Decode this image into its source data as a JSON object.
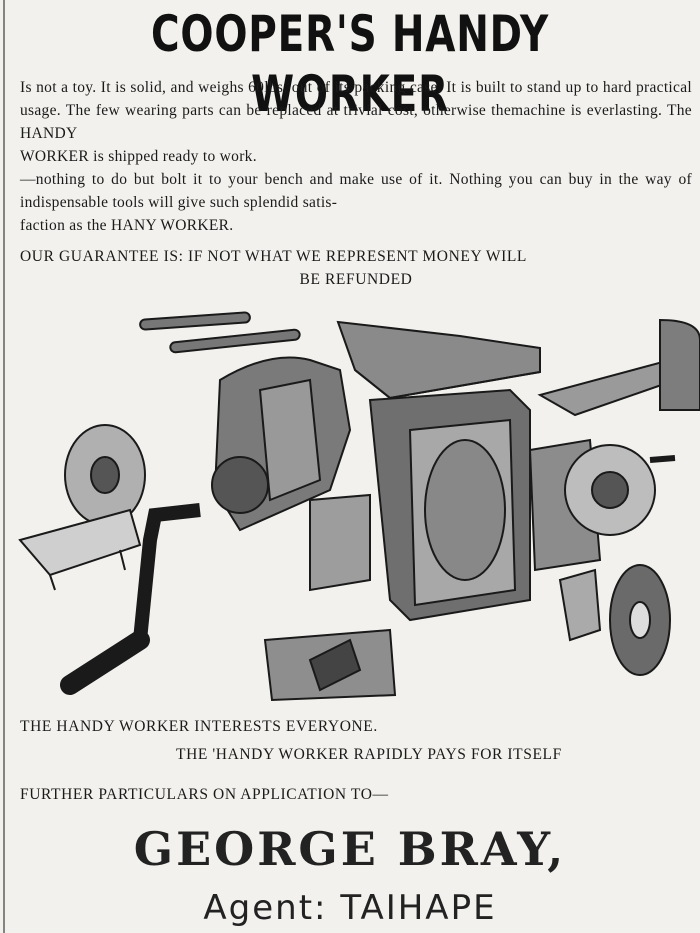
{
  "headline": "COOPER'S HANDY WORKER",
  "paragraph_1": "Is not a toy. It is solid, and weighs 60lbs. out of its packing case. It is built to stand up to hard practical usage. The few wearing parts can be replaced at trivial cost, otherwise themachine is everlasting. The HANDY",
  "paragraph_1_centered": "WORKER is shipped ready to work.",
  "paragraph_2": "—nothing to do but bolt it to your bench and make use of it. Nothing you can buy in the way of indispensable tools will give such splendid satis-",
  "paragraph_2_centered": "faction as the HANY WORKER.",
  "guarantee_line_1": "OUR GUARANTEE IS: IF NOT WHAT WE REPRESENT MONEY WILL",
  "guarantee_line_2": "BE REFUNDED",
  "interests_line": "THE HANDY WORKER INTERESTS EVERYONE.",
  "pays_line": "THE 'HANDY WORKER RAPIDLY PAYS FOR ITSELF",
  "particulars_line": "FURTHER PARTICULARS ON APPLICATION TO—",
  "agent_name": "GEORGE BRAY,",
  "agent_location": "Agent: TAIHAPE"
}
